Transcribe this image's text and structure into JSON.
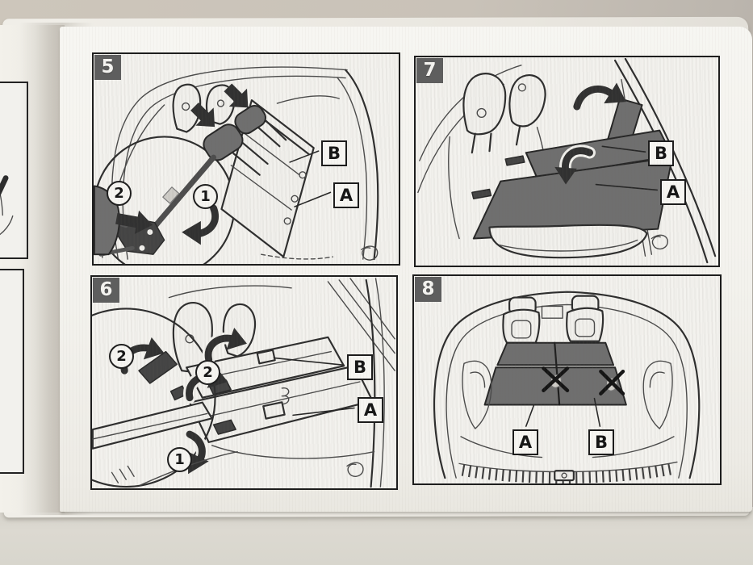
{
  "panels": [
    {
      "number": "5",
      "labels": {
        "b": "B",
        "a": "A"
      },
      "steps": {
        "s2": "2",
        "s1": "1"
      }
    },
    {
      "number": "7",
      "labels": {
        "b": "B",
        "a": "A"
      }
    },
    {
      "number": "6",
      "labels": {
        "b": "B",
        "a": "A"
      },
      "steps": {
        "s2a": "2",
        "s2b": "2",
        "s1": "1"
      }
    },
    {
      "number": "8",
      "labels": {
        "a": "A",
        "b": "B"
      }
    }
  ],
  "colors": {
    "backdrop": "#cbc4ba",
    "backdrop_right": "#b3aea7",
    "table_surface": "#dcd9d1",
    "paper": "#f4f3ef",
    "panel_border": "#1d1d1d",
    "line": "#4a4a4a",
    "dark_fill": "#6f6f6f",
    "arrow_fill": "#313131",
    "badge_bg": "#5e5e5e",
    "badge_text": "#f4f3f0"
  }
}
